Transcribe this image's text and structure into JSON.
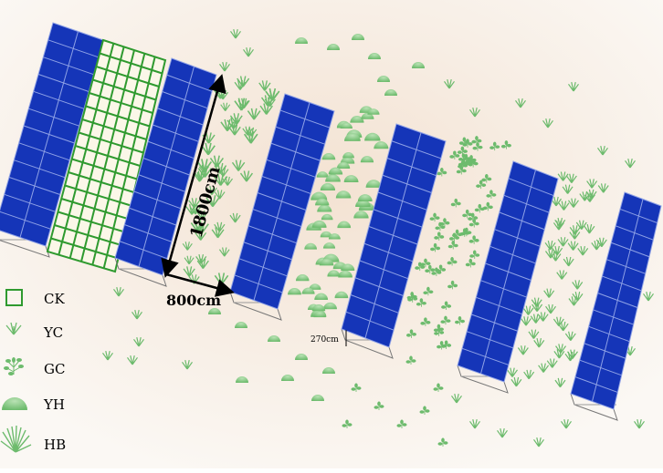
{
  "dimensions": {
    "length": "1800cm",
    "spacing": "800cm",
    "height": "270cm"
  },
  "legend": [
    {
      "code": "CK",
      "icon": "outline-square-icon"
    },
    {
      "code": "YC",
      "icon": "grass-tuft-icon"
    },
    {
      "code": "GC",
      "icon": "leafy-shrub-icon"
    },
    {
      "code": "YH",
      "icon": "mound-plant-icon"
    },
    {
      "code": "HB",
      "icon": "bunch-grass-icon"
    }
  ],
  "colors": {
    "panel_fill": "#1535b8",
    "panel_grid": "#8fa2e6",
    "ck_grid": "#2f9a2f",
    "plant": "#6dbb6d",
    "background": "#f6ece2"
  }
}
